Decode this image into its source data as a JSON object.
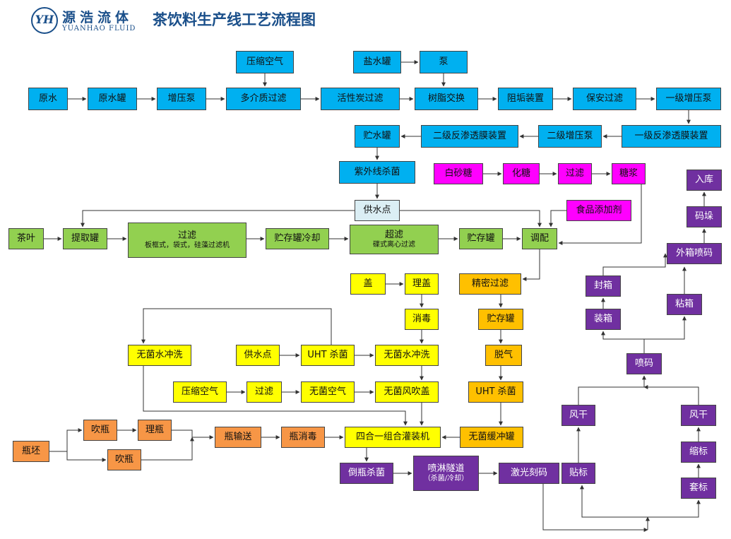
{
  "header": {
    "logo_initials": "YH",
    "company_cn": "源浩流体",
    "company_en": "YUANHAO FLUID",
    "title": "茶饮料生产线工艺流程图"
  },
  "colors": {
    "water": "#00b0f0",
    "sugar": "#ff00ff",
    "extraction": "#92d050",
    "cap": "#ffff00",
    "mixed": "#ffc000",
    "bottle": "#f79646",
    "packing": "#7030a0",
    "supply": "#dbeef4",
    "line": "#333333"
  },
  "nodes": {
    "raw_water": "原水",
    "raw_water_tank": "原水罐",
    "booster_pump": "增压泵",
    "compressed_air_1": "压缩空气",
    "multimedia_filter": "多介质过滤",
    "carbon_filter": "活性炭过滤",
    "brine_tank": "盐水罐",
    "pump": "泵",
    "resin_exchange": "树脂交换",
    "scale_inhibitor": "阻垢装置",
    "security_filter": "保安过滤",
    "stage1_pump": "一级增压泵",
    "stage1_ro": "一级反渗透膜装置",
    "stage2_pump": "二级增压泵",
    "stage2_ro": "二级反渗透膜装置",
    "storage_tank_water": "贮水罐",
    "uv_sterilize": "紫外线杀菌",
    "white_sugar": "白砂糖",
    "dissolve_sugar": "化糖",
    "sugar_filter": "过滤",
    "syrup": "糖浆",
    "supply_point_1": "供水点",
    "food_additive": "食品添加剂",
    "tea_leaf": "茶叶",
    "extract_tank": "提取罐",
    "filter_main": "过滤",
    "filter_sub": "板框式，袋式，硅藻过滤机",
    "storage_cooling": "贮存罐冷却",
    "ultra_filter": "超滤",
    "ultra_sub": "碟式离心过滤",
    "storage_tank_2": "贮存罐",
    "blending": "调配",
    "cap": "盖",
    "cap_sorting": "理盖",
    "disinfect": "消毒",
    "precision_filter": "精密过滤",
    "storage_tank_3": "贮存罐",
    "degas": "脱气",
    "sterile_water_rinse_left": "无菌水冲洗",
    "supply_point_2": "供水点",
    "uht_1": "UHT 杀菌",
    "sterile_water_rinse": "无菌水冲洗",
    "compressed_air_2": "压缩空气",
    "air_filter": "过滤",
    "sterile_air": "无菌空气",
    "sterile_air_blow": "无菌风吹盖",
    "uht_2": "UHT 杀菌",
    "preform": "瓶坯",
    "blow_bottle_1": "吹瓶",
    "sort_bottle": "理瓶",
    "blow_bottle_2": "吹瓶",
    "bottle_convey": "瓶输送",
    "bottle_disinfect": "瓶消毒",
    "filling_machine": "四合一组合灌装机",
    "sterile_buffer": "无菌缓冲罐",
    "invert_sterilize": "倒瓶杀菌",
    "spray_tunnel": "喷淋隧道",
    "spray_sub": "（杀菌/冷却）",
    "laser_code": "激光刻码",
    "labeling": "贴标",
    "dry_1": "风干",
    "sleeve_label": "套标",
    "shrink_label": "缩标",
    "dry_2": "风干",
    "inkjet_code": "喷码",
    "packing_box": "装箱",
    "seal_box": "封箱",
    "glue_box": "粘箱",
    "outer_code": "外箱喷码",
    "stacking": "码垛",
    "warehouse": "入库"
  }
}
